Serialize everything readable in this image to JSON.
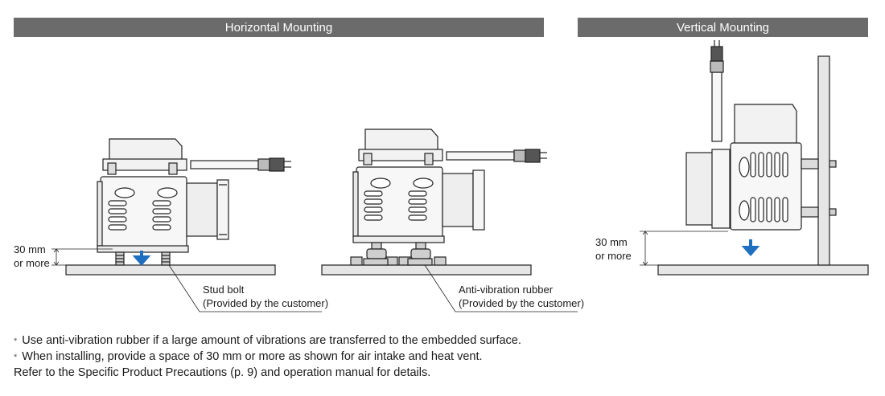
{
  "headers": {
    "horizontal": "Horizontal Mounting",
    "vertical": "Vertical Mounting"
  },
  "labels": {
    "clearance_h": "30 mm\nor more",
    "clearance_v": "30 mm\nor more",
    "stud_bolt": "Stud bolt",
    "stud_bolt_note": "(Provided by the customer)",
    "rubber": "Anti-vibration rubber",
    "rubber_note": "(Provided by the customer)"
  },
  "notes": [
    {
      "mark": "*",
      "text": "Use anti-vibration rubber if a large amount of vibrations are transferred to the embedded surface."
    },
    {
      "mark": "*",
      "text": "When installing, provide a space of 30 mm or more as shown for air intake and heat vent."
    },
    {
      "mark": "",
      "text": "Refer to the Specific Product Precautions (p. 9) and operation manual for details."
    }
  ],
  "colors": {
    "banner": "#6b6b6b",
    "arrow": "#1f6fc0",
    "line": "#222222"
  }
}
